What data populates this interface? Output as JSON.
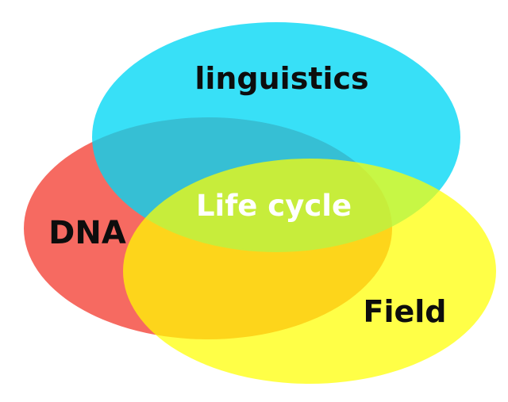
{
  "diagram": {
    "type": "venn",
    "sets": [
      {
        "id": "linguistics",
        "label": "linguistics",
        "color": "#00d7f5"
      },
      {
        "id": "dna",
        "label": "DNA",
        "color": "#f4493e"
      },
      {
        "id": "field",
        "label": "Field",
        "color": "#ffff00"
      }
    ],
    "center": {
      "label": "Life cycle",
      "color": "#ffffff"
    },
    "label_color": "#0d0d0d",
    "background": "#ffffff"
  }
}
